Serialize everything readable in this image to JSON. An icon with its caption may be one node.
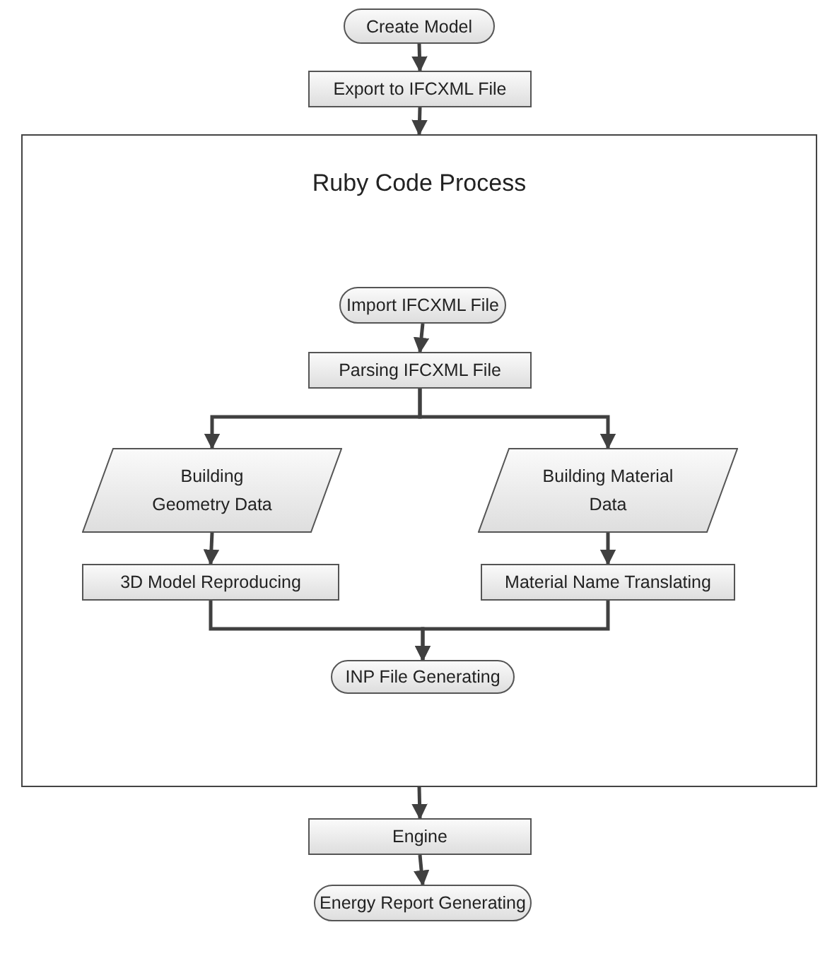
{
  "diagram": {
    "nodes": [
      {
        "text": [
          "Create Model"
        ]
      },
      {
        "text": [
          "Export to IFCXML File"
        ]
      },
      {
        "text": [
          "Ruby Code Process"
        ]
      },
      {
        "text": [
          "Import IFCXML File"
        ],
        "in": 2
      },
      {
        "text": [
          "Parsing IFCXML File"
        ],
        "in": 2
      },
      {
        "text": [
          "Building Geometry Data"
        ],
        "in": 2
      },
      {
        "text": [
          "Building Material Data"
        ],
        "in": 2
      },
      {
        "text": [
          "3D Model Reproducing"
        ],
        "in": 2
      },
      {
        "text": [
          "Material Name Translating"
        ],
        "in": 2
      },
      {
        "text": [
          "INP File Generating"
        ],
        "in": 2
      },
      {
        "text": [
          "Engine"
        ]
      },
      {
        "text": [
          "Energy Report Generating"
        ]
      }
    ],
    "edges": [
      {
        "from": 0,
        "to": 1,
        "arrow": "to"
      },
      {
        "from": 1,
        "to": 2,
        "arrow": "to"
      },
      {
        "from": 3,
        "to": 4,
        "arrow": "to"
      },
      {
        "from": 4,
        "to": 5,
        "arrow": "to"
      },
      {
        "from": 4,
        "to": 6,
        "arrow": "to"
      },
      {
        "from": 5,
        "to": 7,
        "arrow": "to"
      },
      {
        "from": 6,
        "to": 8,
        "arrow": "to"
      },
      {
        "from": 7,
        "to": 9,
        "arrow": "to"
      },
      {
        "from": 8,
        "to": 9,
        "arrow": "to"
      },
      {
        "from": 2,
        "to": 10,
        "arrow": "to"
      },
      {
        "from": 10,
        "to": 11,
        "arrow": "to"
      }
    ]
  }
}
